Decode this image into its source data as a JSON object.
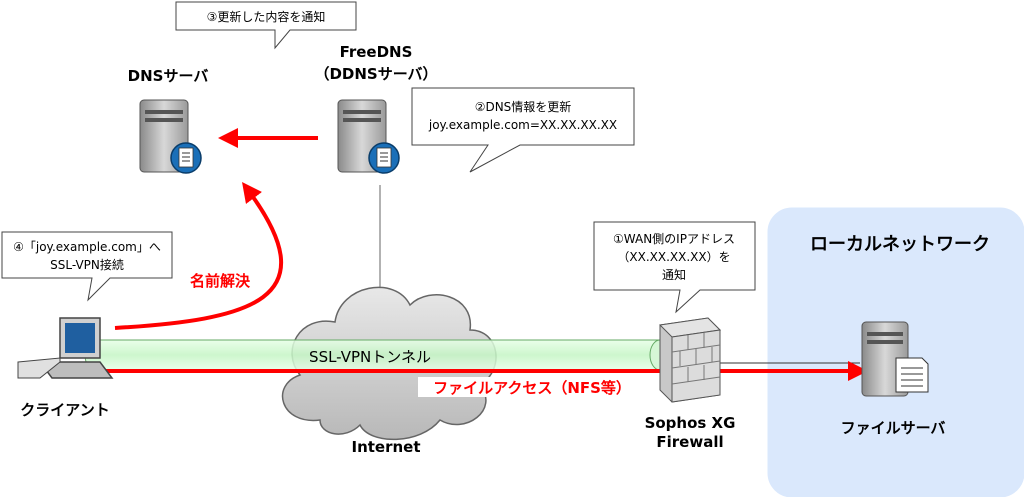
{
  "callouts": {
    "notify_update": "③更新した内容を通知",
    "dns_update_line1": "②DNS情報を更新",
    "dns_update_line2": "joy.example.com=XX.XX.XX.XX",
    "wan_notify_line1": "①WAN側のIPアドレス",
    "wan_notify_line2": "（XX.XX.XX.XX）を",
    "wan_notify_line3": "通知",
    "client_connect_line1": "④「joy.example.com」へ",
    "client_connect_line2": "SSL-VPN接続"
  },
  "nodes": {
    "dns_server": "DNSサーバ",
    "freedns_line1": "FreeDNS",
    "freedns_line2": "（DDNSサーバ）",
    "client": "クライアント",
    "internet": "Internet",
    "firewall_line1": "Sophos XG",
    "firewall_line2": "Firewall",
    "file_server": "ファイルサーバ",
    "local_network": "ローカルネットワーク"
  },
  "flows": {
    "name_resolution": "名前解決",
    "vpn_tunnel": "SSL-VPNトンネル",
    "file_access": "ファイルアクセス（NFS等）"
  },
  "colors": {
    "accent_red": "#ff0000",
    "tunnel_green": "#ccffcc",
    "local_network_bg": "#dae8fc",
    "server_gray": "#b0b0b0"
  }
}
